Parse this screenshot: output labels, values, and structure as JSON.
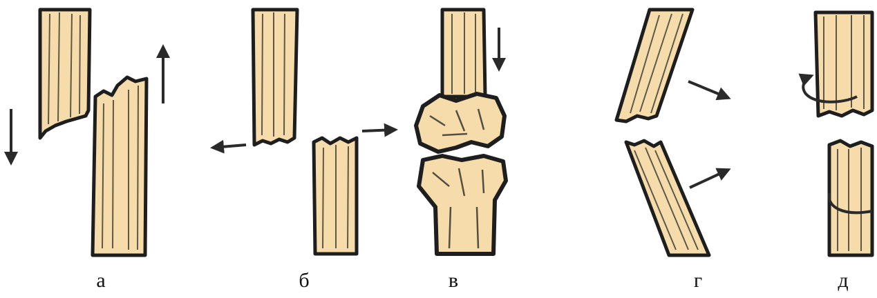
{
  "figure": {
    "panels": [
      {
        "id": "a",
        "label": "а"
      },
      {
        "id": "b",
        "label": "б"
      },
      {
        "id": "v",
        "label": "в"
      },
      {
        "id": "g",
        "label": "г"
      },
      {
        "id": "d",
        "label": "д"
      }
    ]
  },
  "colors": {
    "bone_fill": "#f6dcaa",
    "outline": "#1e1e1e",
    "arrow": "#2a2a2a",
    "background": "#ffffff"
  }
}
